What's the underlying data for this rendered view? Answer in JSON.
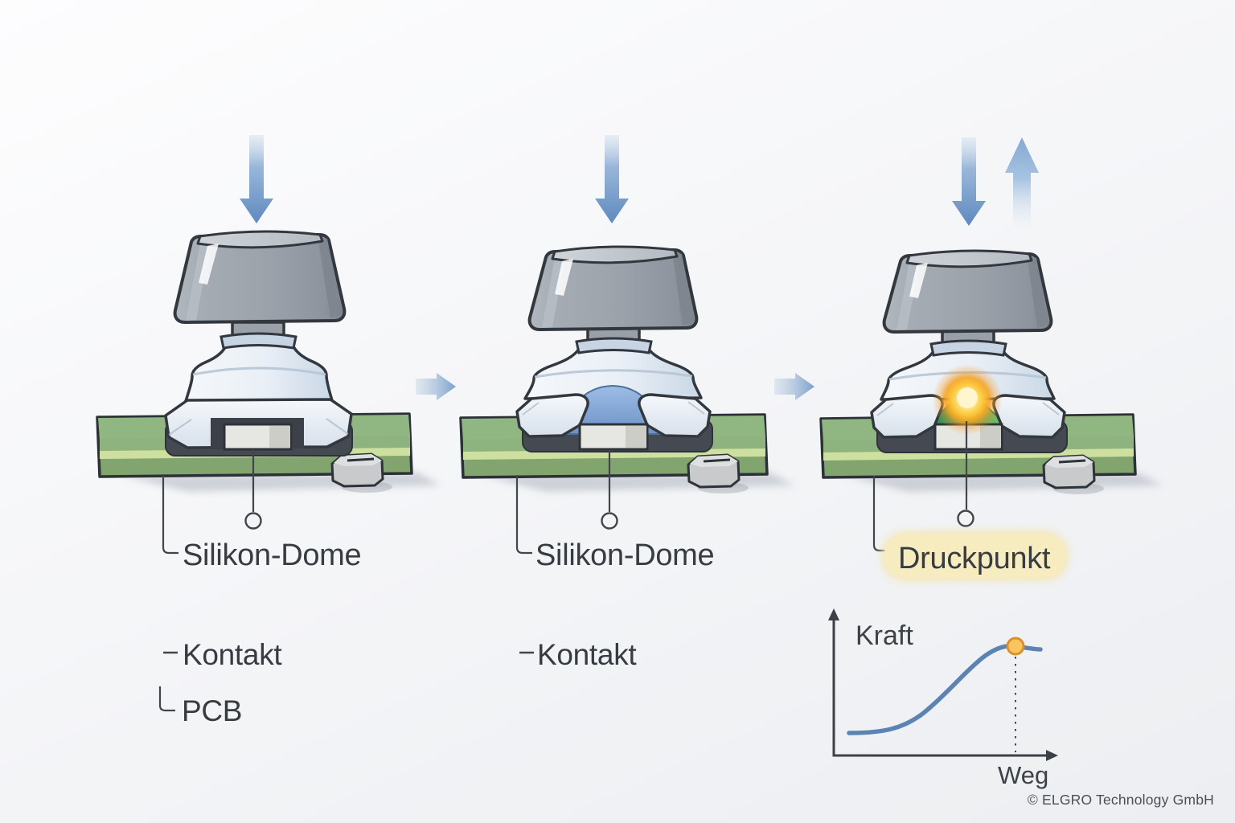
{
  "diagram": {
    "stage1": {
      "dome_label": "Silikon-Dome",
      "contact_label": "Kontakt",
      "pcb_label": "PCB"
    },
    "stage2": {
      "dome_label": "Silikon-Dome",
      "contact_label": "Kontakt"
    },
    "stage3": {
      "pressure_point_label": "Druckpunkt"
    }
  },
  "graph": {
    "y_axis_label": "Kraft",
    "x_axis_label": "Weg"
  },
  "footer": {
    "copyright": "© ELGRO Technology GmbH"
  },
  "chart_data": {
    "type": "line",
    "title": "",
    "xlabel": "Weg",
    "ylabel": "Kraft",
    "x_normalized": [
      0.0,
      0.1,
      0.2,
      0.3,
      0.4,
      0.5,
      0.6,
      0.7,
      0.78,
      0.85,
      0.95
    ],
    "y_normalized": [
      0.15,
      0.15,
      0.17,
      0.22,
      0.32,
      0.47,
      0.62,
      0.74,
      0.8,
      0.81,
      0.79
    ],
    "annotations": [
      {
        "type": "marker-dot",
        "x_normalized": 0.85,
        "y_normalized": 0.81,
        "color": "#f8c55e"
      },
      {
        "type": "dashed-vertical-line",
        "x_normalized": 0.85
      }
    ],
    "axis_arrows": true,
    "grid": false,
    "legend": "none"
  },
  "icons": {
    "press_arrow": "arrow-down-icon",
    "release_arrow": "arrow-up-icon",
    "step_arrow": "arrow-right-icon",
    "contact_marker": "circle-marker-icon"
  },
  "colors": {
    "arrow_blue": "#5e8abe",
    "pcb_green": "#8fb782",
    "pcb_stripe": "#cde0a0",
    "dome_white": "#eef3f9",
    "dome_pressed_blue": "#7fa3d4",
    "glow_core": "#fff6cf",
    "glow_orange": "#f5a623",
    "contact_green": "#3da264",
    "highlight_yellow": "#f6ecc0",
    "curve_blue": "#5b84b5",
    "ink": "#363b42"
  }
}
